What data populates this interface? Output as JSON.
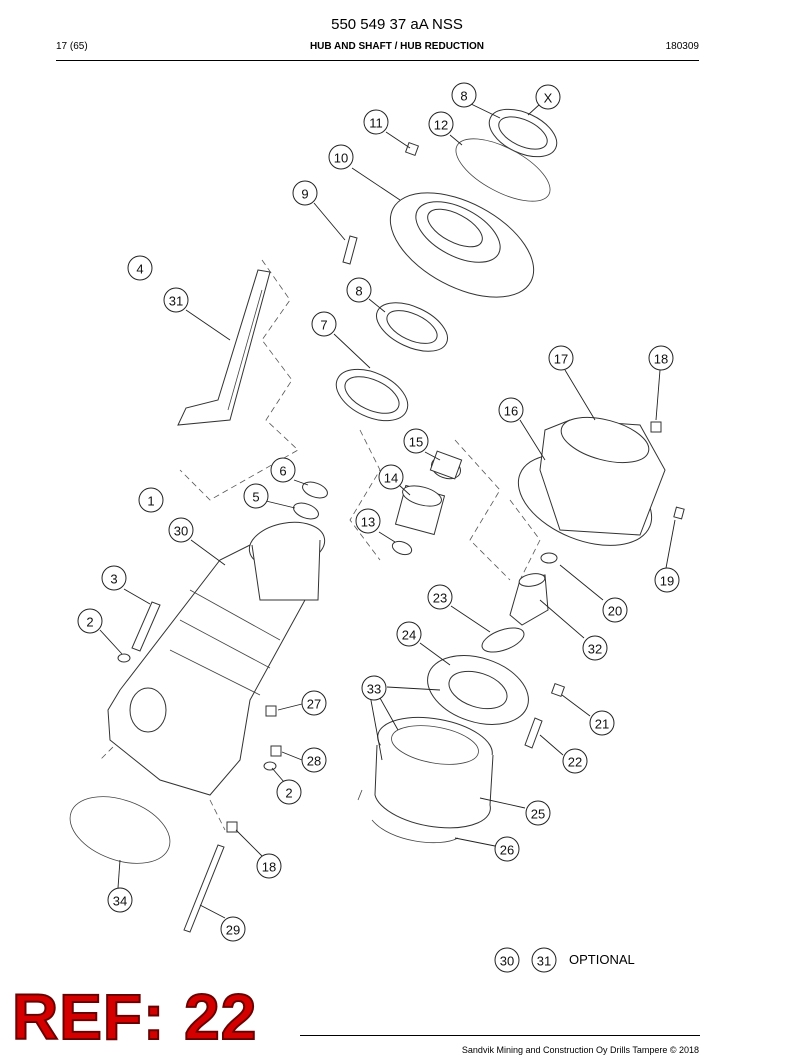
{
  "header": {
    "doc_number": "550 549 37 aA NSS",
    "page": "17 (65)",
    "section": "HUB AND SHAFT / HUB REDUCTION",
    "date_code": "180309"
  },
  "callouts": [
    "8",
    "X",
    "11",
    "12",
    "10",
    "9",
    "4",
    "31",
    "8",
    "7",
    "17",
    "18",
    "16",
    "15",
    "6",
    "14",
    "5",
    "13",
    "1",
    "30",
    "19",
    "3",
    "20",
    "23",
    "2",
    "24",
    "32",
    "33",
    "21",
    "27",
    "22",
    "28",
    "2",
    "25",
    "26",
    "18",
    "34",
    "29"
  ],
  "legend": {
    "items": [
      "30",
      "31"
    ],
    "text": "OPTIONAL"
  },
  "ref_label": "REF: 22",
  "footer": {
    "text": "Sandvik Mining and Construction Oy Drills Tampere © 2018"
  },
  "colors": {
    "ref_label": "#d40000",
    "ink": "#000000"
  }
}
